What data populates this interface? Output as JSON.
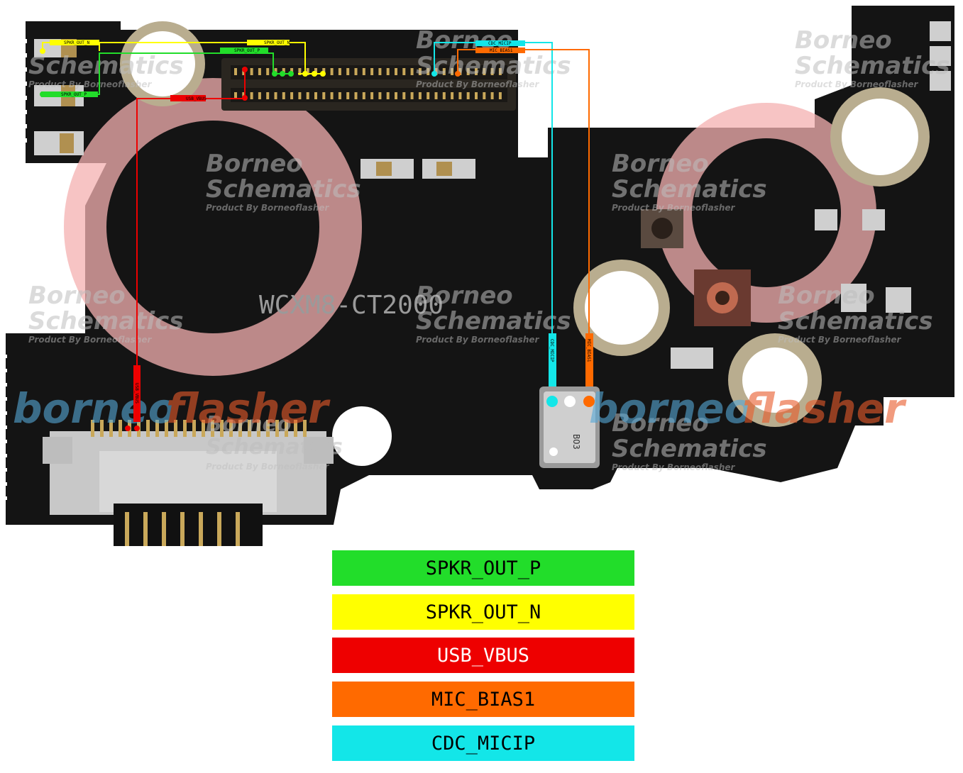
{
  "board": {
    "silkscreen": "WCXM8-CT2000"
  },
  "watermarks": {
    "title_line1": "Borneo",
    "title_line2": "Schematics",
    "subtitle": "Product By Borneoflasher",
    "brand_part1": "borneo",
    "brand_part2": "flasher"
  },
  "net_labels": {
    "spkr_out_n_1": "SPKR_OUT_N",
    "spkr_out_n_2": "SPKR_OUT_N",
    "spkr_out_p_1": "SPKR_OUT_P",
    "spkr_out_p_2": "SPKR_OUT_P",
    "usb_vbus_1": "USB_VBUS",
    "usb_vbus_2": "USB_VBUS",
    "cdc_micip_1": "CDC_MICIP",
    "cdc_micip_2": "CDC_MICIP",
    "mic_bias1_1": "MIC_BIAS1",
    "mic_bias1_2": "MIC_BIAS1"
  },
  "legend": [
    {
      "label": "SPKR_OUT_P",
      "color": "#22dd2a",
      "text_color": "#000000"
    },
    {
      "label": "SPKR_OUT_N",
      "color": "#ffff00",
      "text_color": "#000000"
    },
    {
      "label": "USB_VBUS",
      "color": "#ee0000",
      "text_color": "#ffffff"
    },
    {
      "label": "MIC_BIAS1",
      "color": "#ff6a00",
      "text_color": "#000000"
    },
    {
      "label": "CDC_MICIP",
      "color": "#13e6e8",
      "text_color": "#000000"
    }
  ],
  "colors": {
    "pcb": "#141414",
    "spkr_out_p": "#22dd2a",
    "spkr_out_n": "#ffff00",
    "usb_vbus": "#ee0000",
    "mic_bias1": "#ff6a00",
    "cdc_micip": "#13e6e8"
  }
}
